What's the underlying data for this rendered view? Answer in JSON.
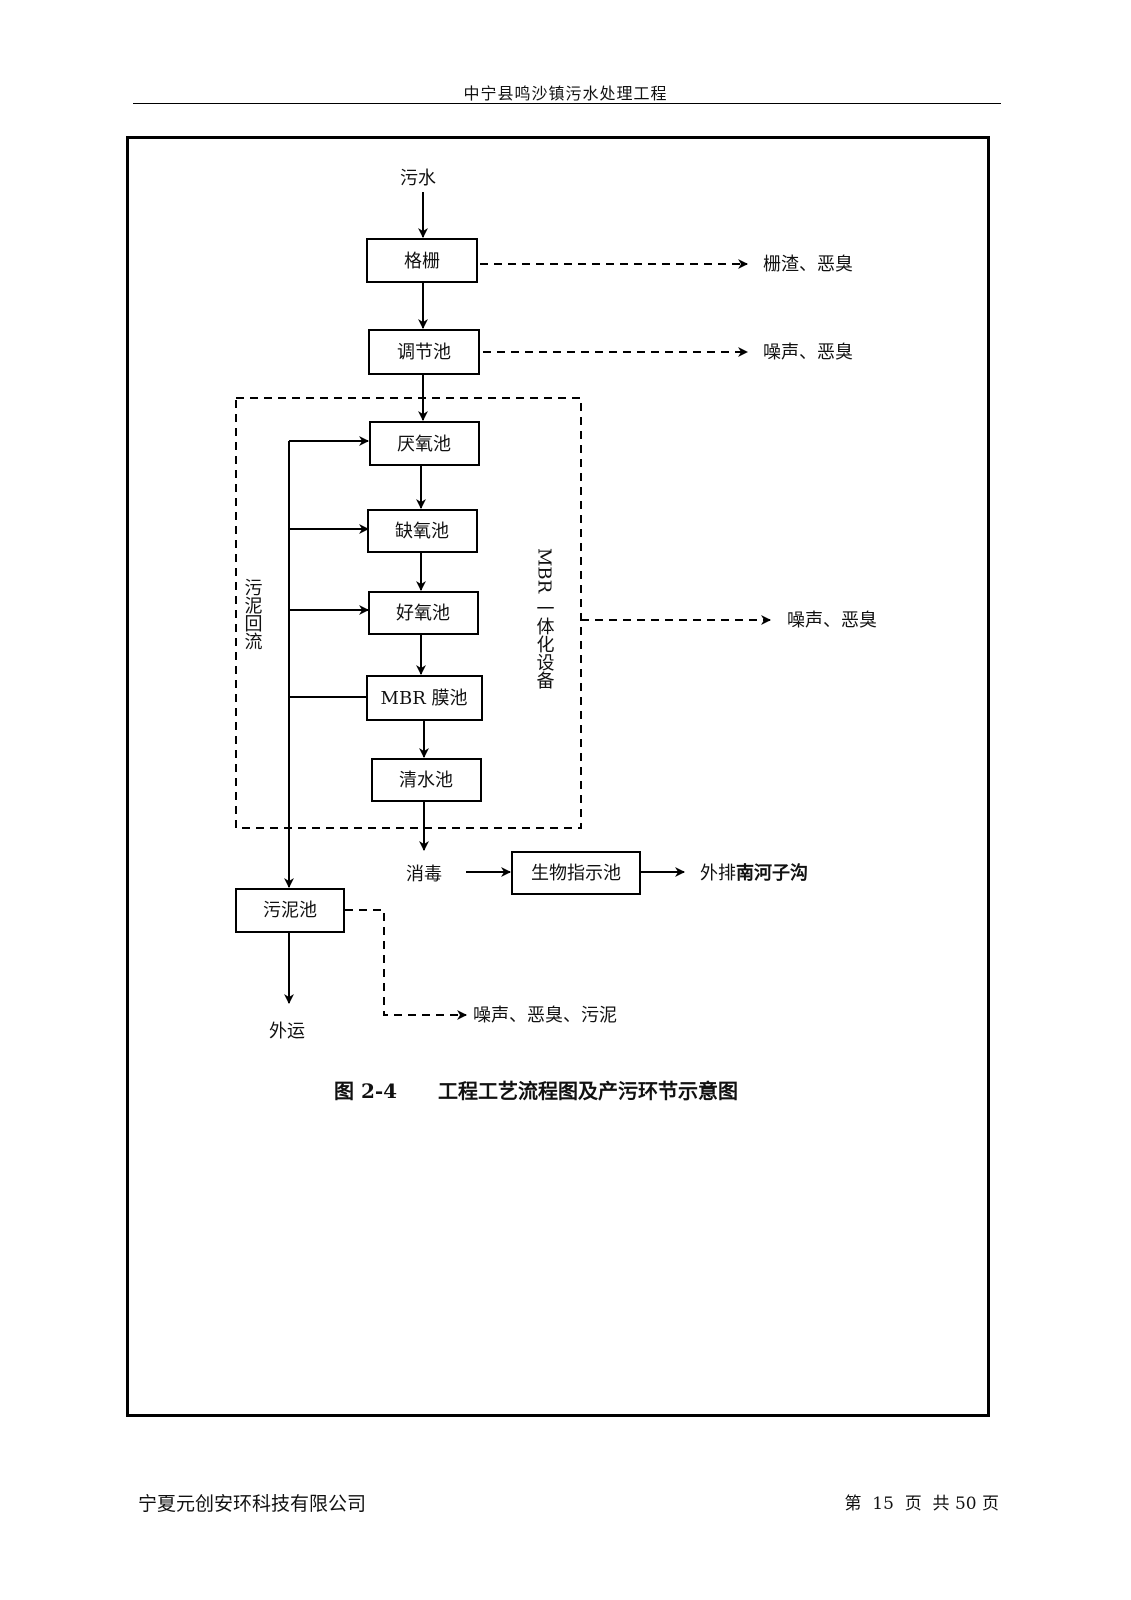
{
  "header": {
    "title": "中宁县鸣沙镇污水处理工程"
  },
  "diagram": {
    "input": "污水",
    "nodes": {
      "grille": "格栅",
      "regulating": "调节池",
      "anaerobic": "厌氧池",
      "anoxic": "缺氧池",
      "aerobic": "好氧池",
      "mbr": "MBR 膜池",
      "clear": "清水池",
      "sludge": "污泥池",
      "bio": "生物指示池"
    },
    "disinfect": "消毒",
    "discharge_prefix": "外排",
    "discharge_target": "南河子沟",
    "outputs": {
      "grille": "栅渣、恶臭",
      "regulating": "噪声、恶臭",
      "mbr_unit": "噪声、恶臭",
      "sludge": "噪声、恶臭、污泥"
    },
    "sludge_return_label": "污泥回流",
    "mbr_unit_label": "MBR 一体化设备",
    "haul": "外运"
  },
  "caption": {
    "number": "图 2-4",
    "text": "工程工艺流程图及产污环节示意图"
  },
  "footer": {
    "company": "宁夏元创安环科技有限公司",
    "page": "第  15  页  共 50 页"
  }
}
